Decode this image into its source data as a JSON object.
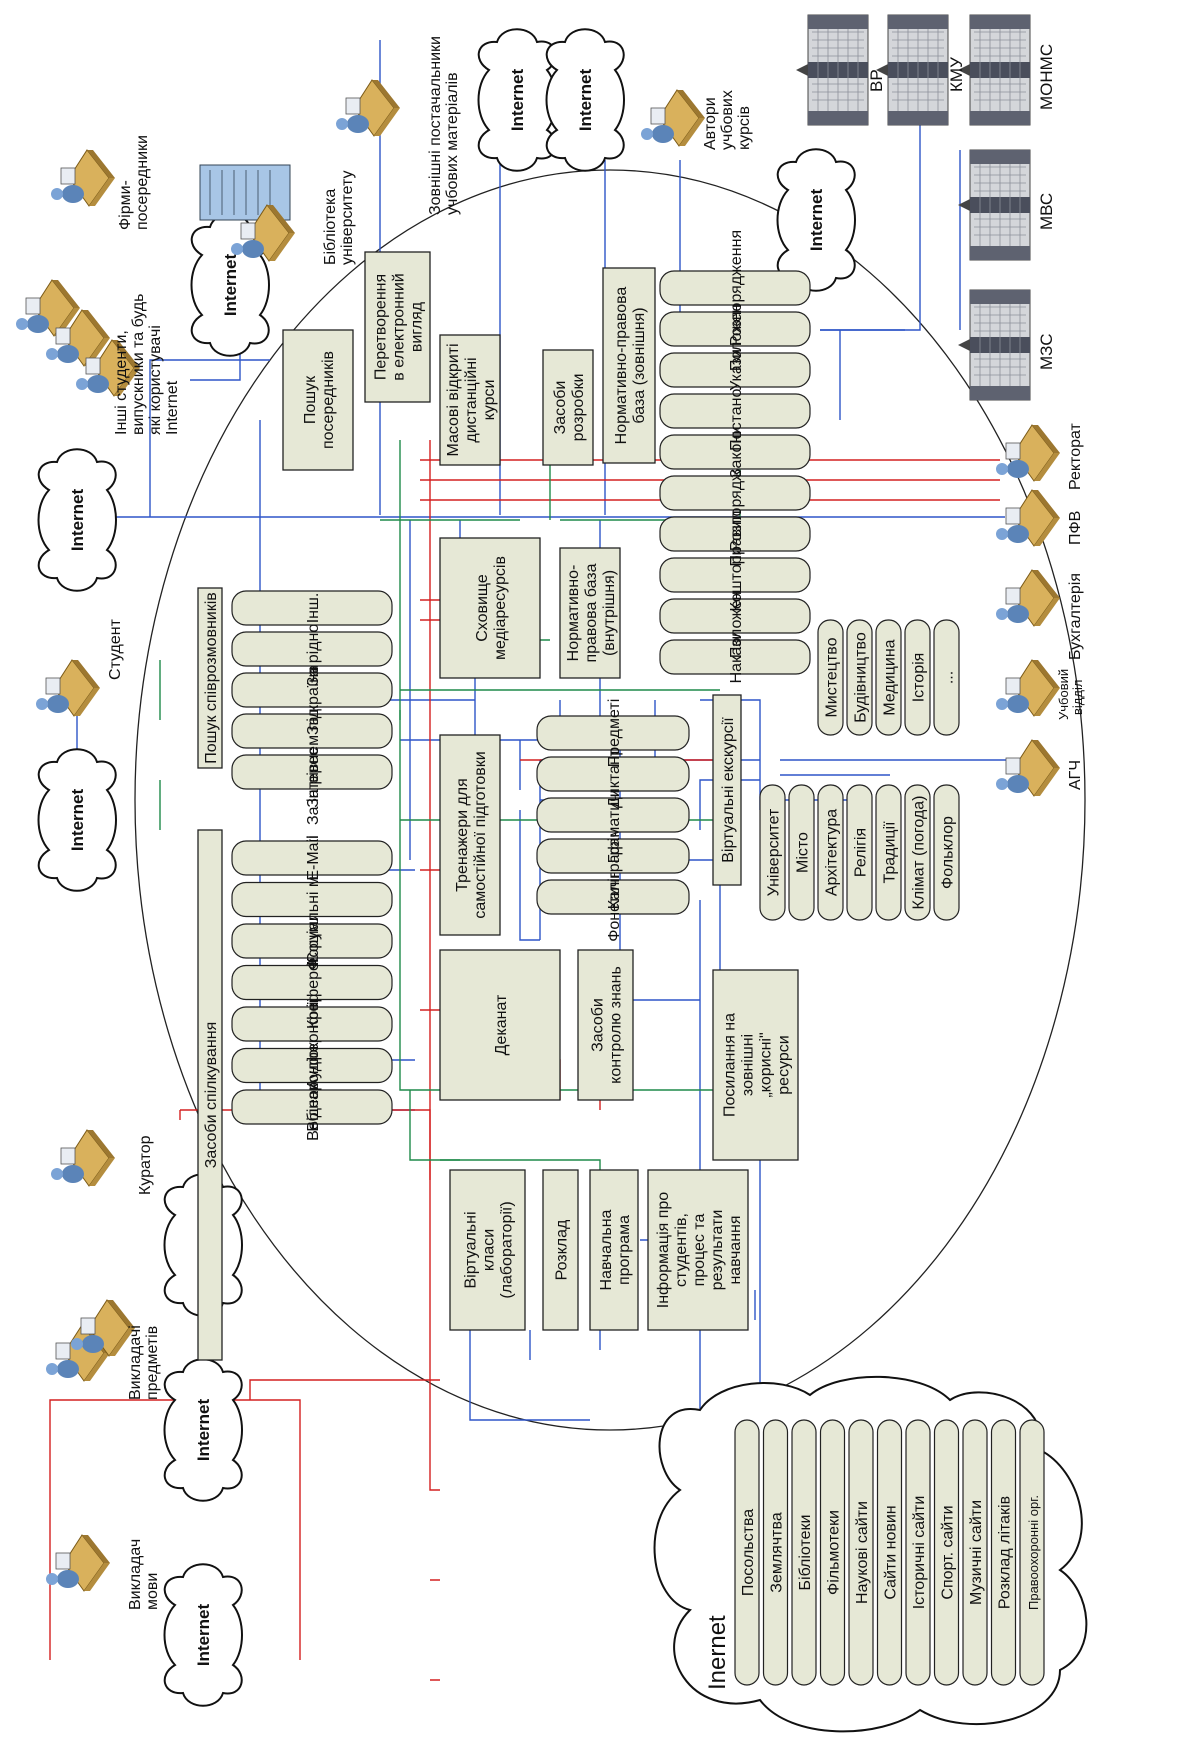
{
  "diagram": {
    "internet_label": "Internet",
    "actors": {
      "student": "Студент",
      "others": [
        "Інші студенти,",
        "випускники та будь",
        "які користувачі",
        "Internet"
      ],
      "firms": [
        "Фірми-",
        "посередники"
      ],
      "library": [
        "Бібліотека",
        "університету"
      ],
      "suppliers": [
        "Зовнішні постачальники",
        "учбових матеріалів"
      ],
      "authors": [
        "Автори",
        "учбових",
        "курсів"
      ],
      "curator": "Куратор",
      "subject_teachers": [
        "Викладачі",
        "предметів"
      ],
      "language_teacher": [
        "Викладач",
        "мови"
      ]
    },
    "ministries": [
      "ВР",
      "КМУ",
      "МОНМС",
      "МЗС",
      "МВС"
    ],
    "departments": [
      "Ректорат",
      "ПФВ",
      "Бухгалтерія",
      "Учбовий",
      "відділ",
      "АГЧ"
    ],
    "blocks": {
      "communication": "Засоби спілкування",
      "peer_search": "Пошук співрозмовників",
      "mediator_search": [
        "Пошук",
        "посередників"
      ],
      "conversion": [
        "Перетворення",
        "в електронний",
        "вигляд"
      ],
      "mooc": [
        "Масові відкриті",
        "дистанційні",
        "курси"
      ],
      "dev_tools": [
        "Засоби",
        "розробки"
      ],
      "external_norms": [
        "Нормативно-правова",
        "база (зовнішня)"
      ],
      "media_storage": [
        "Сховище",
        "медіаресурсів"
      ],
      "internal_norms": [
        "Нормативно-",
        "правова база",
        "(внутрішня)"
      ],
      "trainers": [
        "Тренажери для",
        "самостійної підготовки"
      ],
      "virtual_tours": "Віртуальні екскурсії",
      "deanery": "Деканат",
      "knowledge_control": [
        "Засоби",
        "контролю знань"
      ],
      "links": [
        "Посилання на",
        "зовнішні",
        "„корисні\"",
        "ресурси"
      ],
      "virtual_classes": [
        "Віртуальні",
        "класи",
        "(лабораторії)"
      ],
      "schedule": "Розклад",
      "curriculum": [
        "Навчальна",
        "програма"
      ],
      "student_info": [
        "Інформація про",
        "студентів,",
        "процес та",
        "результати",
        "навчання"
      ]
    },
    "comm_items": [
      "Вебінари",
      "Відеоконференції",
      "Аудіоконференції",
      "Конференції",
      "Форуми",
      "Соціальні мережі",
      "E-Mail"
    ],
    "peer_items": [
      "За інтересами",
      "За рівнем підготовки",
      "За країнами",
      "За рідною",
      "Інш."
    ],
    "trainer_items": [
      "Фонетичний",
      "Каліграфічний",
      "Граматичний",
      "Диктанти",
      "Предметі"
    ],
    "tour_items": [
      "Університет",
      "Місто",
      "Архітектура",
      "Релігія",
      "Традиції",
      "Клімат (погода)",
      "Фольклор"
    ],
    "tour_items2": [
      "Мистецтво",
      "Будівництво",
      "Медицина",
      "Історія",
      "..."
    ],
    "internal_items": [
      "Накази",
      "Положення",
      "Кошторис",
      "Правила",
      "Розпорядження"
    ],
    "external_items": [
      "Закони",
      "Постанови",
      "Укази",
      "Положення",
      "Розпорядження"
    ],
    "big_cloud": {
      "title": "Inernet",
      "items": [
        "Посольства",
        "Землячтва",
        "Бібліотеки",
        "Фільмотеки",
        "Наукові сайти",
        "Сайти новин",
        "Історичні сайти",
        "Спорт. сайти",
        "Музичні сайти",
        "Розклад літаків",
        "Правоохоронні орг."
      ]
    },
    "colors": {
      "box_fill": "#e6e8d6",
      "wire_blue": "#2e55c8",
      "wire_red": "#d42020",
      "wire_green": "#1f8a4a",
      "person": "#5b84b8",
      "desk": "#d9b15c"
    }
  }
}
